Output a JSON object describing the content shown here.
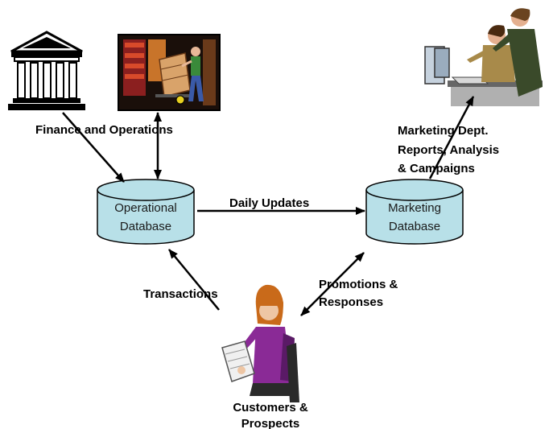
{
  "colors": {
    "database_fill": "#b8e0e8",
    "database_stroke": "#000000",
    "arrow": "#000000",
    "background": "#ffffff"
  },
  "nodes": {
    "operational_db": {
      "line1": "Operational",
      "line2": "Database"
    },
    "marketing_db": {
      "line1": "Marketing",
      "line2": "Database"
    }
  },
  "labels": {
    "finance_ops": "Finance and Operations",
    "marketing_dept": [
      "Marketing Dept.",
      "Reports, Analysis",
      "& Campaigns"
    ],
    "daily_updates": "Daily Updates",
    "transactions": "Transactions",
    "promotions": [
      "Promotions &",
      "Responses"
    ],
    "customers": [
      "Customers &",
      "Prospects"
    ]
  },
  "icons": {
    "bank": "bank-building-icon",
    "warehouse": "warehouse-worker-icon",
    "office": "office-workers-computer-icon",
    "customer": "woman-reading-document-icon"
  }
}
